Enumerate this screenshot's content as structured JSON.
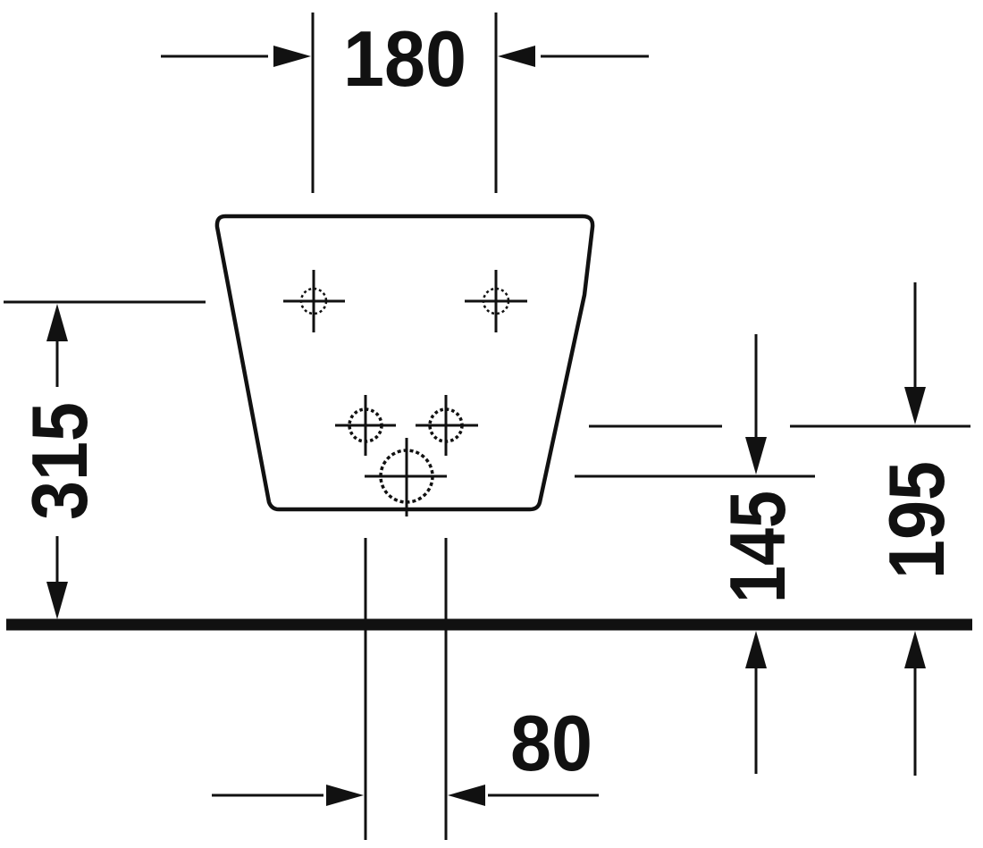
{
  "drawing": {
    "dimensions": {
      "top_width": "180",
      "height_left": "315",
      "spacing_bottom": "80",
      "height_145": "145",
      "height_195": "195"
    },
    "colors": {
      "line": "#111111",
      "background": "#ffffff"
    }
  }
}
